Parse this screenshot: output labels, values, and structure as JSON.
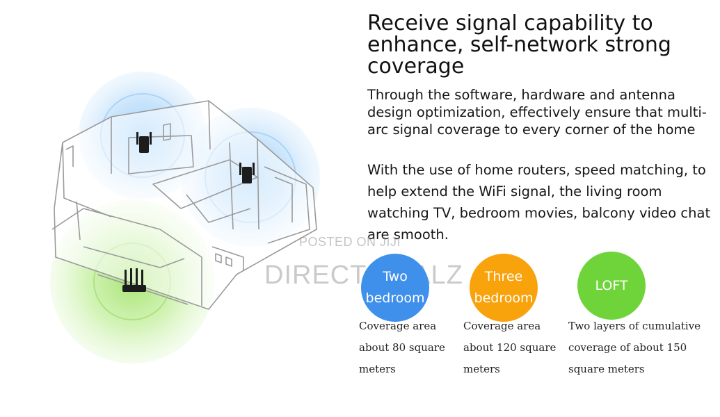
{
  "headline": "Receive signal capability to enhance, self-network strong coverage",
  "paragraph1": "Through the software, hardware and antenna design optimization, effectively ensure that multi-arc signal coverage to every corner of the home",
  "paragraph2": "With the use of home routers, speed matching, to help extend the WiFi signal, the living room watching TV, bedroom movies, balcony video chat are smooth.",
  "watermark": {
    "line1": "POSTED ON JIJI",
    "line2": "DIRECT DEALZ"
  },
  "coverage": [
    {
      "title_line1": "Two",
      "title_line2": "bedroom",
      "color": "#3f90ea",
      "caption": "Coverage area about 80 square meters"
    },
    {
      "title_line1": "Three",
      "title_line2": "bedroom",
      "color": "#f8a20c",
      "caption": "Coverage area about 120 square meters"
    },
    {
      "title_line1": "LOFT",
      "title_line2": "",
      "color": "#6fd43a",
      "caption": "Two layers of cumulative coverage of about 150 square meters"
    }
  ],
  "illustration": {
    "icons": [
      "router-icon",
      "range-extender-icon"
    ],
    "signal_colors": [
      "#a9d4f7",
      "#b9eb8d"
    ]
  }
}
